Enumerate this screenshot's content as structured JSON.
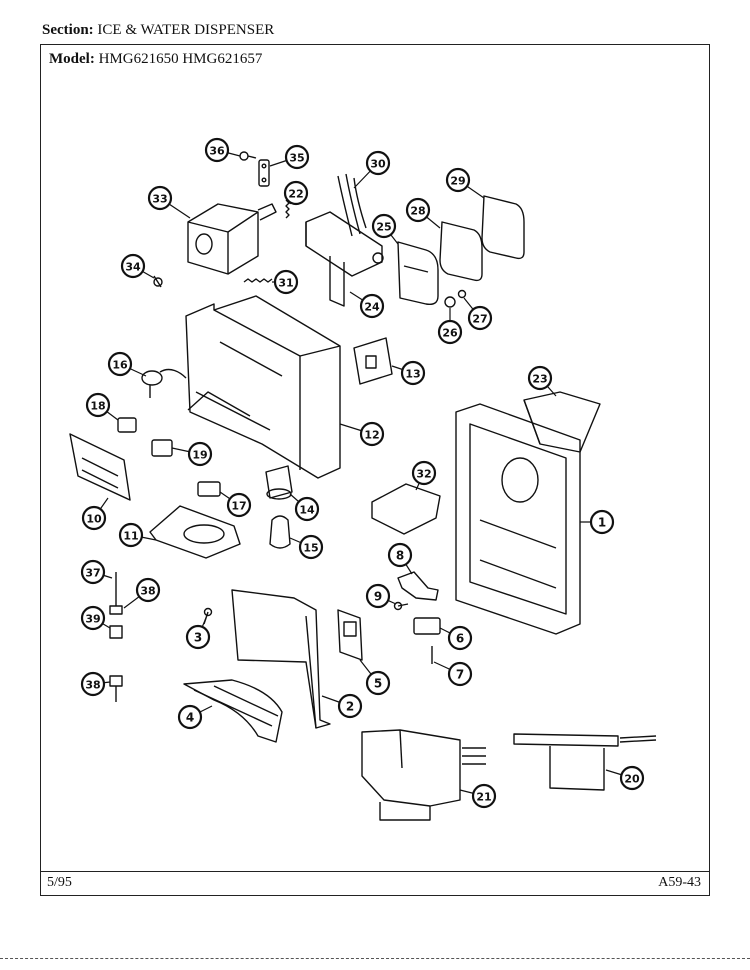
{
  "header": {
    "section_label": "Section:",
    "section_value": "ICE & WATER DISPENSER",
    "model_label": "Model:",
    "model_value": "HMG621650  HMG621657"
  },
  "footer": {
    "date": "5/95",
    "page_code": "A59-43"
  },
  "callouts": [
    "1",
    "2",
    "3",
    "4",
    "5",
    "6",
    "7",
    "8",
    "9",
    "10",
    "11",
    "12",
    "13",
    "14",
    "15",
    "16",
    "17",
    "18",
    "19",
    "20",
    "21",
    "22",
    "23",
    "24",
    "25",
    "26",
    "27",
    "28",
    "29",
    "30",
    "31",
    "32",
    "33",
    "34",
    "35",
    "36",
    "37",
    "38",
    "39"
  ],
  "colors": {
    "ink": "#111111",
    "paper": "#ffffff"
  }
}
